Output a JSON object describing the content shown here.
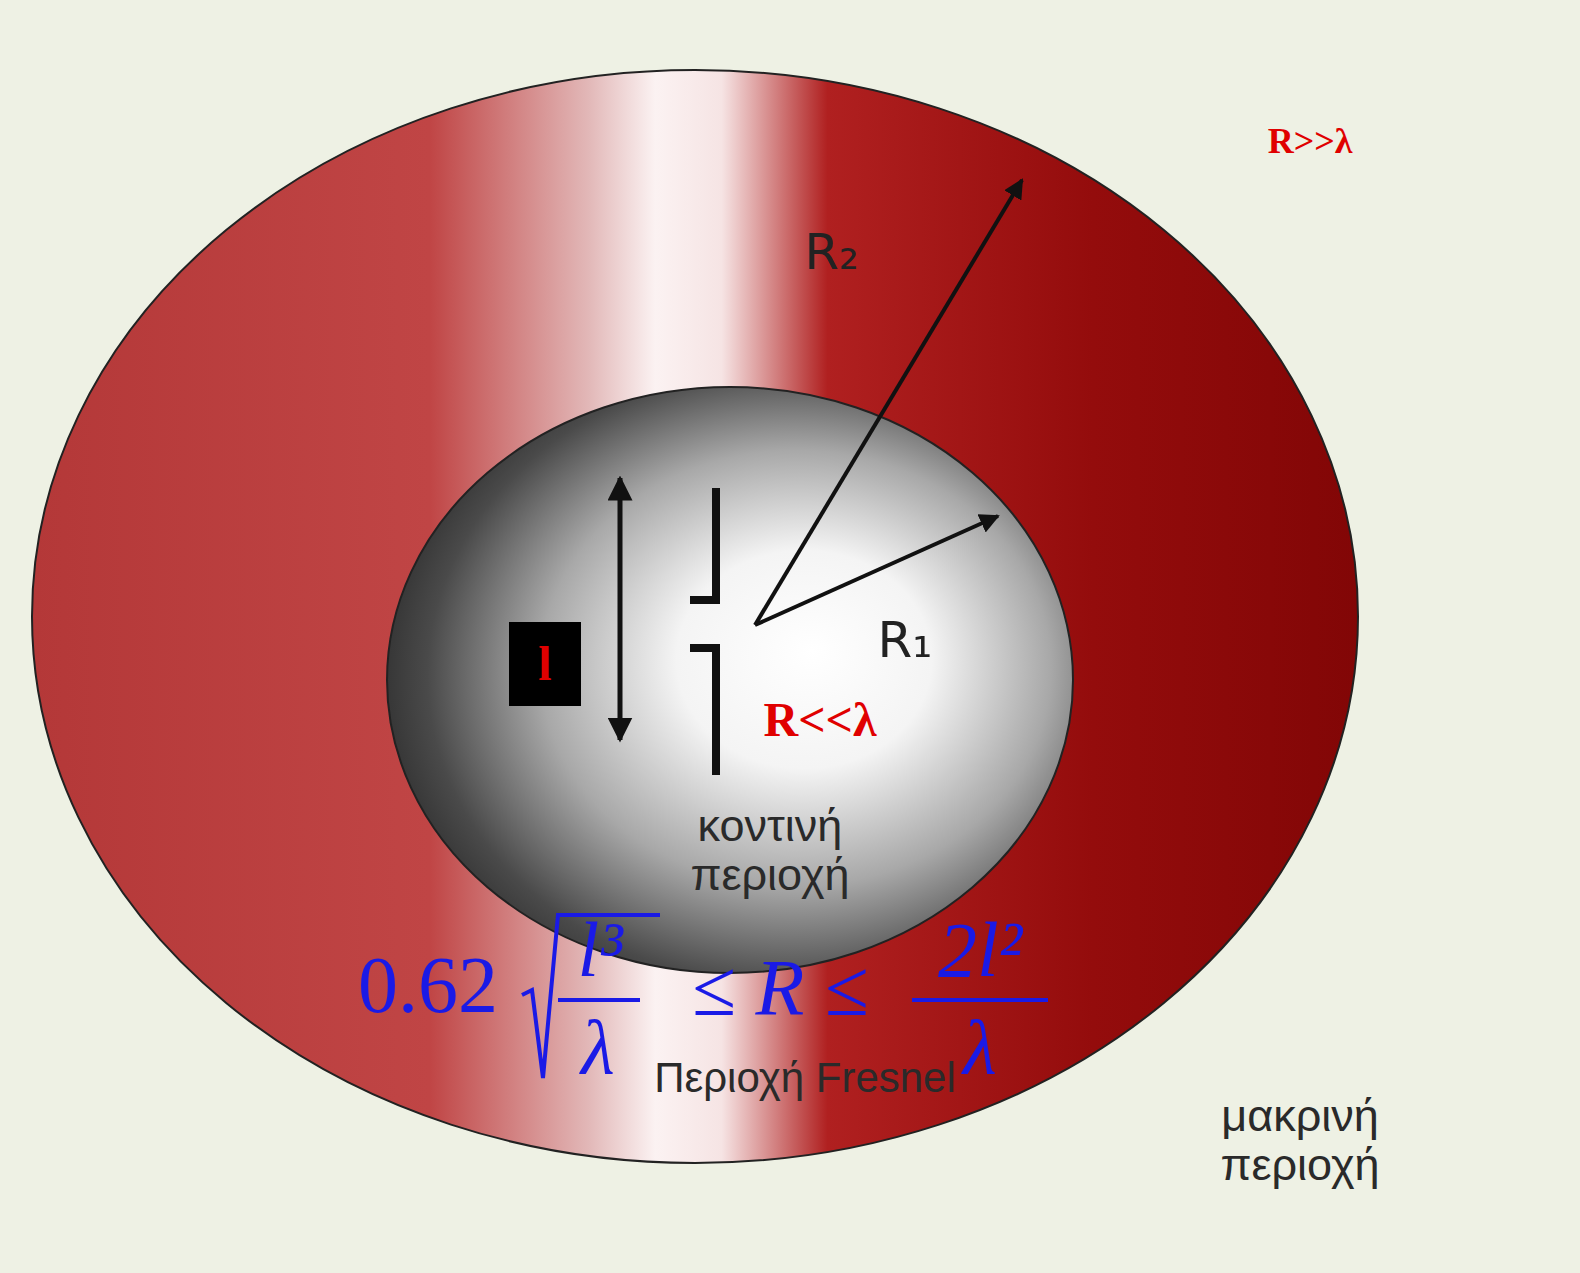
{
  "diagram": {
    "nodes": [
      {
        "text": [
          "Περιοχή Fresnel"
        ]
      },
      {
        "text": [
          "κοντινή περιοχή",
          "R<<λ"
        ],
        "in": 0
      }
    ],
    "labels": [
      "R>>λ",
      "R₂",
      "R₁",
      "l",
      "0.62",
      "l³",
      "λ",
      "≤ R ≤",
      "2l²",
      "λ",
      "μακρινή περιοχή"
    ]
  }
}
